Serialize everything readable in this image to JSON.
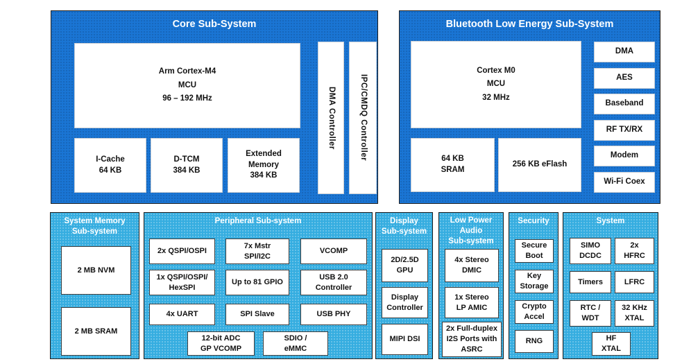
{
  "colors": {
    "dark_blue": "#1a75d4",
    "light_blue": "#35ade0"
  },
  "panels": {
    "core": {
      "title": "Core Sub-System",
      "mcu": "Arm Cortex-M4\nMCU\n96 – 192 MHz",
      "icache": "I-Cache\n64 KB",
      "dtcm": "D-TCM\n384 KB",
      "extmem": "Extended\nMemory\n384 KB",
      "dma": "DMA Controller",
      "ipc": "IPC/CMDQ Controller"
    },
    "ble": {
      "title": "Bluetooth Low Energy Sub-System",
      "mcu": "Cortex M0\nMCU\n32 MHz",
      "sram": "64 KB\nSRAM",
      "eflash": "256 KB eFlash",
      "side": [
        "DMA",
        "AES",
        "Baseband",
        "RF TX/RX",
        "Modem",
        "Wi-Fi Coex"
      ]
    },
    "sysmem": {
      "title": "System Memory\nSub-system",
      "nvm": "2 MB NVM",
      "sram": "2 MB SRAM"
    },
    "peripheral": {
      "title": "Peripheral Sub-system",
      "grid": [
        "2x QSPI/OSPI",
        "7x Mstr\nSPI/I2C",
        "VCOMP",
        "1x QSPI/OSPI/\nHexSPI",
        "Up to 81 GPIO",
        "USB 2.0\nController",
        "4x UART",
        "SPI Slave",
        "USB PHY",
        "12-bit ADC\nGP VCOMP",
        "SDIO /\neMMC"
      ]
    },
    "display": {
      "title": "Display\nSub-system",
      "items": [
        "2D/2.5D\nGPU",
        "Display\nController",
        "MIPI DSI"
      ]
    },
    "audio": {
      "title": "Low Power\nAudio\nSub-system",
      "items": [
        "4x Stereo\nDMIC",
        "1x Stereo\nLP AMIC",
        "2x Full-duplex\nI2S Ports with\nASRC"
      ]
    },
    "security": {
      "title": "Security",
      "items": [
        "Secure\nBoot",
        "Key\nStorage",
        "Crypto\nAccel",
        "RNG"
      ]
    },
    "system": {
      "title": "System",
      "items": [
        "SIMO\nDCDC",
        "2x\nHFRC",
        "Timers",
        "LFRC",
        "RTC /\nWDT",
        "32 KHz\nXTAL",
        "HF\nXTAL"
      ]
    }
  }
}
